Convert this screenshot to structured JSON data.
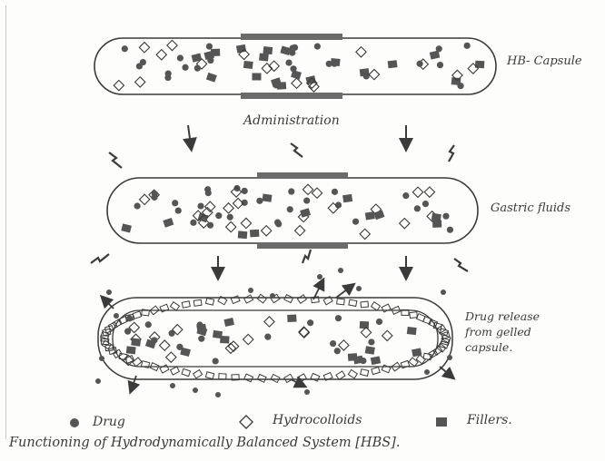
{
  "labels": {
    "hb_capsule": "HB- Capsule",
    "administration": "Administration",
    "gastric_fluids": "Gastric fluids",
    "release_line1": "Drug release",
    "release_line2": "from gelled",
    "release_line3": "capsule."
  },
  "legend": {
    "drug": "Drug",
    "hydrocolloids": "Hydrocolloids",
    "fillers": "Fillers."
  },
  "caption": "Functioning of Hydrodynamically Balanced System [HBS].",
  "colors": {
    "pencil": "#3b3b3b",
    "band": "#6b6b6b",
    "paper": "#fdfdfb"
  }
}
